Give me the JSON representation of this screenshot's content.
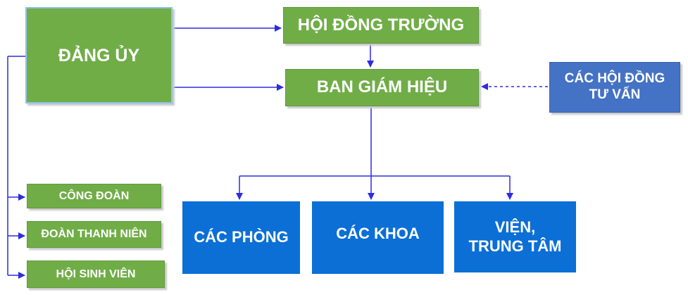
{
  "nodes": {
    "dang_uy": "ĐẢNG ỦY",
    "hoi_dong_truong": "HỘI ĐỒNG TRƯỜNG",
    "ban_giam_hieu": "BAN GIÁM HIỆU",
    "cac_hoi_dong_tu_van": {
      "line1": "CÁC HỘI ĐỒNG",
      "line2": "TƯ VẤN"
    },
    "cong_doan": "CÔNG ĐOÀN",
    "doan_thanh_nien": "ĐOÀN THANH NIÊN",
    "hoi_sinh_vien": "HỘI SINH VIÊN",
    "cac_phong": "CÁC PHÒNG",
    "cac_khoa": "CÁC KHOA",
    "vien_trung_tam": {
      "line1": "VIỆN,",
      "line2": "TRUNG TÂM"
    }
  },
  "colors": {
    "green": "#70ad47",
    "blue_dark": "#4472c4",
    "blue_bright": "#0b6fd6",
    "connector": "#2c2ce0"
  }
}
